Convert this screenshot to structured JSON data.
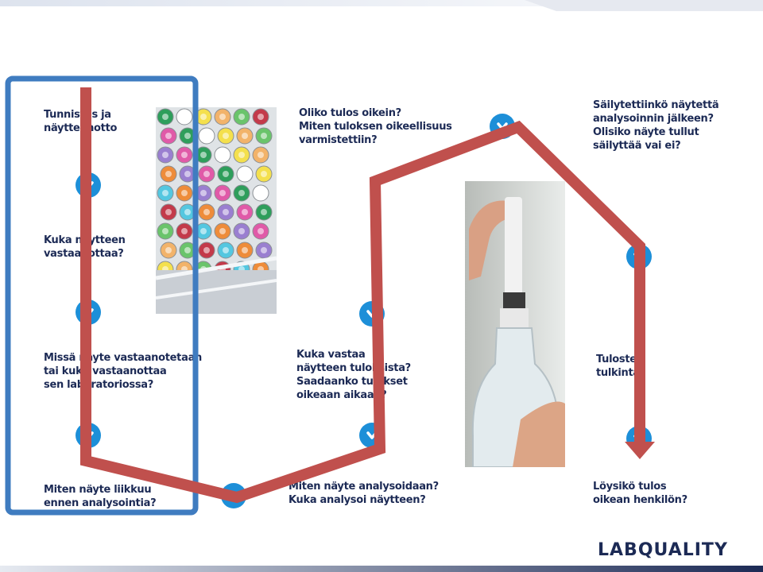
{
  "steps": [
    {
      "text": "Tunnistus ja\nnäytteenotto"
    },
    {
      "text": "Kuka näytteen\nvastaanottaa?"
    },
    {
      "text": "Missä näyte vastaanotetaan\ntai kuka vastaanottaa\nsen laboratoriossa?"
    },
    {
      "text": "Miten näyte liikkuu\nennen analysointia?"
    },
    {
      "text": "Miten näyte analysoidaan?\nKuka analysoi näytteen?"
    },
    {
      "text": "Kuka vastaa\nnäytteen tuloksista?\nSaadaanko tulokset\noikeaan aikaan?"
    },
    {
      "text": "Oliko tulos oikein?\nMiten tuloksen oikeellisuus\nvarmistettiin?"
    },
    {
      "text": "Säilytettiinkö näytettä\nanalysoinnin jälkeen?\nOlisiko näyte tullut\nsäilyttää vai ei?"
    },
    {
      "text": "Tulosten\ntulkinta"
    },
    {
      "text": "Löysikö tulos\noikean henkilön?"
    }
  ],
  "logo": "LABQUALITY",
  "colors": {
    "step_text": "#1c2a55",
    "step_dot": "#1d8fd8",
    "highlight_box": "#3f7cc0",
    "flow_arrow": "#c0504d"
  }
}
